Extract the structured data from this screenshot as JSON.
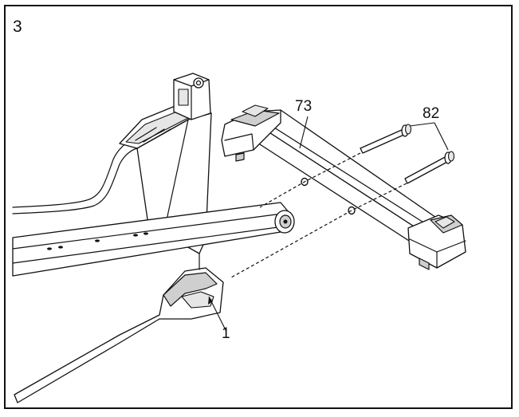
{
  "step_number": "3",
  "callouts": {
    "part_frame": "1",
    "part_rear_stabilizer": "73",
    "part_bolts": "82"
  }
}
